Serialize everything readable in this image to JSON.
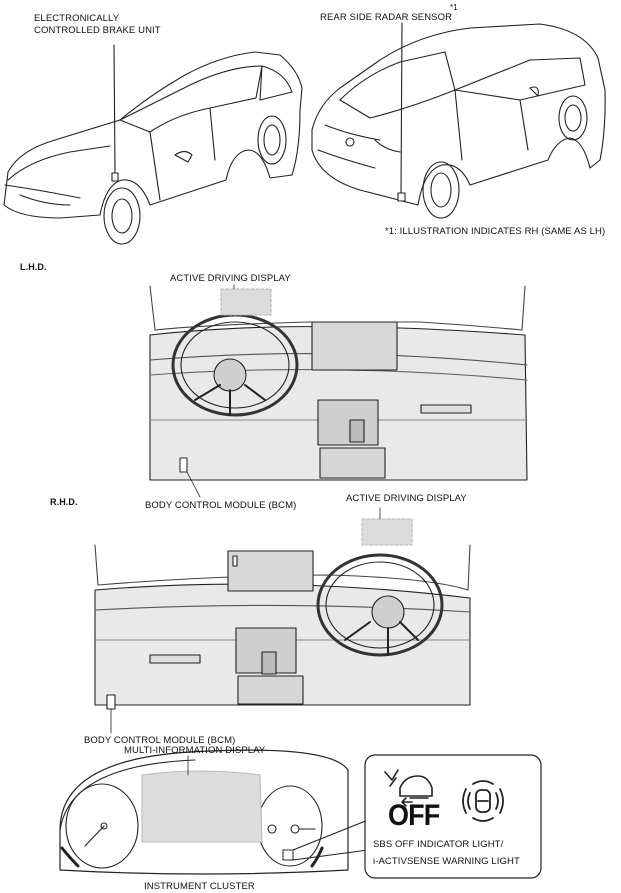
{
  "labels": {
    "brake_unit_line1": "ELECTRONICALLY",
    "brake_unit_line2": "CONTROLLED BRAKE UNIT",
    "radar_sensor": "REAR SIDE RADAR SENSOR",
    "note_ref": "*1",
    "note_text": "*1: ILLUSTRATION INDICATES RH (SAME AS LH)",
    "lhd": "L.H.D.",
    "rhd": "R.H.D.",
    "active_display_lhd": "ACTIVE DRIVING DISPLAY",
    "active_display_rhd": "ACTIVE DRIVING DISPLAY",
    "bcm_lhd": "BODY CONTROL MODULE (BCM)",
    "bcm_rhd": "BODY CONTROL MODULE (BCM)",
    "multi_info": "MULTI-INFORMATION DISPLAY",
    "instrument_cluster": "INSTRUMENT CLUSTER",
    "callout_off": "OFF",
    "callout_line1": "SBS OFF INDICATOR LIGHT/",
    "callout_line2": "i-ACTIVSENSE WARNING LIGHT"
  },
  "icons": [
    "car-front-view-icon",
    "car-rear-view-icon",
    "dashboard-lhd-icon",
    "dashboard-rhd-icon",
    "instrument-cluster-icon",
    "sbs-off-indicator-icon",
    "i-activsense-warning-icon"
  ]
}
